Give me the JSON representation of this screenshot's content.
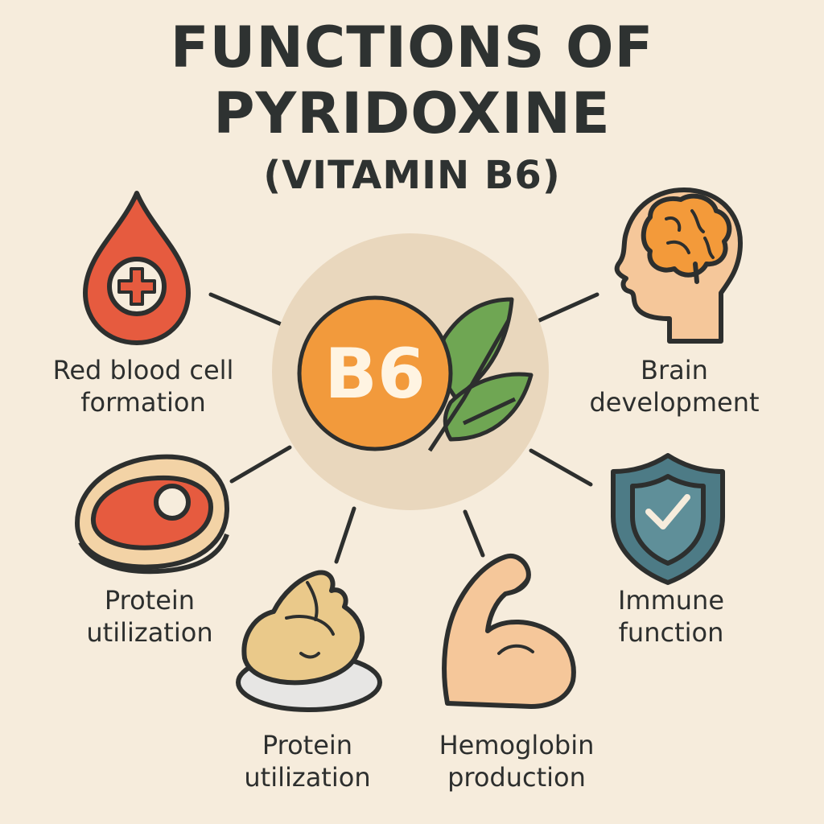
{
  "title": {
    "line1": "FUNCTIONS OF",
    "line2": "PYRIDOXINE",
    "line3": "(VITAMIN B6)"
  },
  "center": {
    "badge_text": "B6",
    "icon": "leaf-icon"
  },
  "functions": [
    {
      "icon": "blood-drop-icon",
      "line1": "Red blood cell",
      "line2": "formation"
    },
    {
      "icon": "brain-head-icon",
      "line1": "Brain",
      "line2": "development"
    },
    {
      "icon": "steak-icon",
      "line1": "Protein",
      "line2": "utilization"
    },
    {
      "icon": "shield-check-icon",
      "line1": "Immune",
      "line2": "function"
    },
    {
      "icon": "food-plate-icon",
      "line1": "Protein",
      "line2": "utilization"
    },
    {
      "icon": "flexed-arm-icon",
      "line1": "Hemoglobin",
      "line2": "production"
    }
  ],
  "colors": {
    "background": "#f6ecdc",
    "center_circle": "#e9d7bd",
    "badge": "#f29a3c",
    "leaf": "#6fa653",
    "blood": "#e65b3f",
    "brain": "#f39a3a",
    "shield": "#4d7b86",
    "outline": "#2d2f2e"
  }
}
